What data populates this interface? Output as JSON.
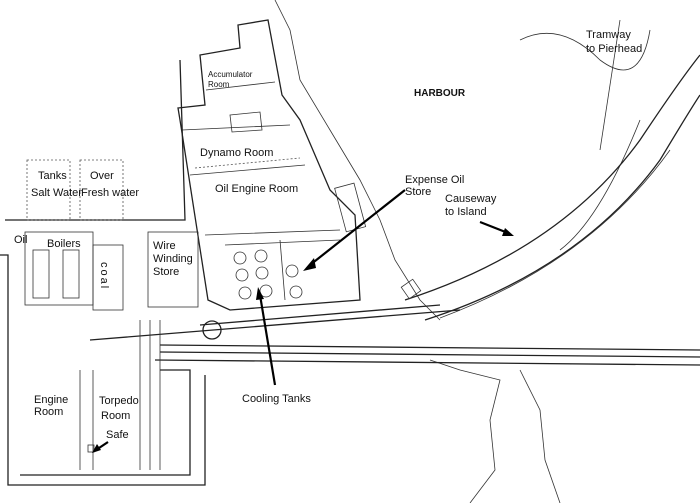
{
  "labels": {
    "accumulator_1": "Accumulator",
    "accumulator_2": "Room",
    "harbour": "HARBOUR",
    "tramway_1": "Tramway",
    "tramway_2": "to Pierhead",
    "dynamo": "Dynamo Room",
    "oil_engine": "Oil Engine Room",
    "expense_1": "Expense Oil",
    "expense_2": "Store",
    "causeway_1": "Causeway",
    "causeway_2": "to Island",
    "tanks": "Tanks",
    "over": "Over",
    "salt": "Salt Water",
    "fresh": "Fresh water",
    "oil": "Oil",
    "boilers": "Boilers",
    "coal": "coal",
    "wire_1": "Wire",
    "wire_2": "Winding",
    "wire_3": "Store",
    "cooling": "Cooling Tanks",
    "engine_1": "Engine",
    "engine_2": "Room",
    "torpedo_1": "Torpedo",
    "torpedo_2": "Room",
    "safe": "Safe"
  }
}
